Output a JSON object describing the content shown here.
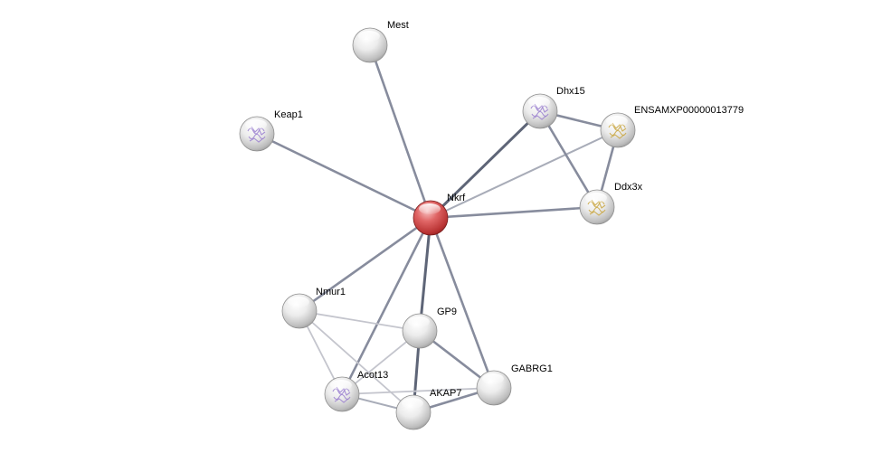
{
  "network": {
    "nodes": [
      {
        "id": "Nkrf",
        "label": "Nkrf",
        "color": "#d94a4a",
        "query": true,
        "structure": "none"
      },
      {
        "id": "Mest",
        "label": "Mest",
        "color": "#e6e6e6",
        "structure": "none"
      },
      {
        "id": "Keap1",
        "label": "Keap1",
        "color": "#e6e6e6",
        "structure": "purple"
      },
      {
        "id": "Dhx15",
        "label": "Dhx15",
        "color": "#e6e6e6",
        "structure": "purple"
      },
      {
        "id": "ENSAMXP00000013779",
        "label": "ENSAMXP00000013779",
        "color": "#e6e6e6",
        "structure": "gold"
      },
      {
        "id": "Ddx3x",
        "label": "Ddx3x",
        "color": "#e6e6e6",
        "structure": "gold"
      },
      {
        "id": "Nmur1",
        "label": "Nmur1",
        "color": "#e6e6e6",
        "structure": "none"
      },
      {
        "id": "GP9",
        "label": "GP9",
        "color": "#e6e6e6",
        "structure": "none"
      },
      {
        "id": "Acot13",
        "label": "Acot13",
        "color": "#e6e6e6",
        "structure": "purple"
      },
      {
        "id": "AKAP7",
        "label": "AKAP7",
        "color": "#e6e6e6",
        "structure": "none"
      },
      {
        "id": "GABRG1",
        "label": "GABRG1",
        "color": "#e6e6e6",
        "structure": "none"
      }
    ],
    "edges": [
      {
        "source": "Nkrf",
        "target": "Mest",
        "strength": "medium"
      },
      {
        "source": "Nkrf",
        "target": "Keap1",
        "strength": "medium"
      },
      {
        "source": "Nkrf",
        "target": "Dhx15",
        "strength": "strong"
      },
      {
        "source": "Nkrf",
        "target": "ENSAMXP00000013779",
        "strength": "light"
      },
      {
        "source": "Nkrf",
        "target": "Ddx3x",
        "strength": "medium"
      },
      {
        "source": "Nkrf",
        "target": "Nmur1",
        "strength": "medium"
      },
      {
        "source": "Nkrf",
        "target": "GP9",
        "strength": "strong"
      },
      {
        "source": "Nkrf",
        "target": "Acot13",
        "strength": "medium"
      },
      {
        "source": "Nkrf",
        "target": "GABRG1",
        "strength": "medium"
      },
      {
        "source": "Dhx15",
        "target": "ENSAMXP00000013779",
        "strength": "medium"
      },
      {
        "source": "Dhx15",
        "target": "Ddx3x",
        "strength": "medium"
      },
      {
        "source": "ENSAMXP00000013779",
        "target": "Ddx3x",
        "strength": "medium"
      },
      {
        "source": "Nmur1",
        "target": "GP9",
        "strength": "faint"
      },
      {
        "source": "Nmur1",
        "target": "Acot13",
        "strength": "faint"
      },
      {
        "source": "Nmur1",
        "target": "AKAP7",
        "strength": "faint"
      },
      {
        "source": "GP9",
        "target": "Acot13",
        "strength": "faint"
      },
      {
        "source": "GP9",
        "target": "AKAP7",
        "strength": "strong"
      },
      {
        "source": "GP9",
        "target": "GABRG1",
        "strength": "medium"
      },
      {
        "source": "Acot13",
        "target": "AKAP7",
        "strength": "light"
      },
      {
        "source": "Acot13",
        "target": "GABRG1",
        "strength": "faint"
      },
      {
        "source": "AKAP7",
        "target": "GABRG1",
        "strength": "medium"
      }
    ]
  }
}
